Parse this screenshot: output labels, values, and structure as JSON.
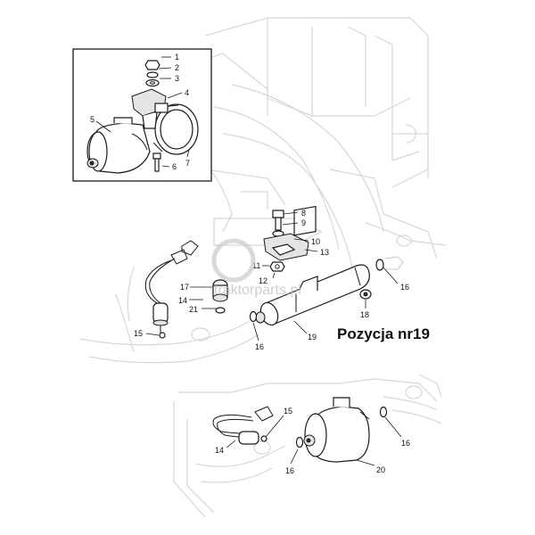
{
  "position_label": "Pozycja nr19",
  "watermark": "traktorparts.pl",
  "callouts": {
    "c1": "1",
    "c2": "2",
    "c3": "3",
    "c4": "4",
    "c5": "5",
    "c6": "6",
    "c7": "7",
    "c8": "8",
    "c9": "9",
    "c10": "10",
    "c11": "11",
    "c12": "12",
    "c13": "13",
    "c14a": "14",
    "c15a": "15",
    "c16a": "16",
    "c16b": "16",
    "c17": "17",
    "c18": "18",
    "c19": "19",
    "c21": "21",
    "c14b": "14",
    "c15b": "15",
    "c16c": "16",
    "c16d": "16",
    "c20": "20"
  }
}
